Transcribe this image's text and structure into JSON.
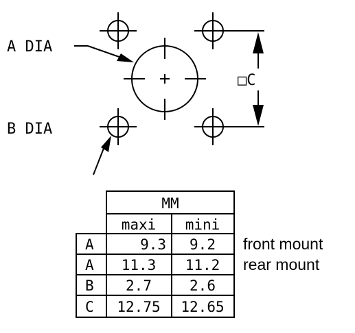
{
  "labels": {
    "a_dia": "A DIA",
    "b_dia": "B DIA",
    "square_c": "□C"
  },
  "table": {
    "unit_header": "MM",
    "col_headers": [
      "maxi",
      "mini"
    ],
    "rows": [
      {
        "key": "A",
        "maxi": "9.3",
        "mini": "9.2",
        "note": "front mount"
      },
      {
        "key": "A",
        "maxi": "11.3",
        "mini": "11.2",
        "note": "rear mount"
      },
      {
        "key": "B",
        "maxi": "2.7",
        "mini": "2.6",
        "note": ""
      },
      {
        "key": "C",
        "maxi": "12.75",
        "mini": "12.65",
        "note": ""
      }
    ]
  }
}
